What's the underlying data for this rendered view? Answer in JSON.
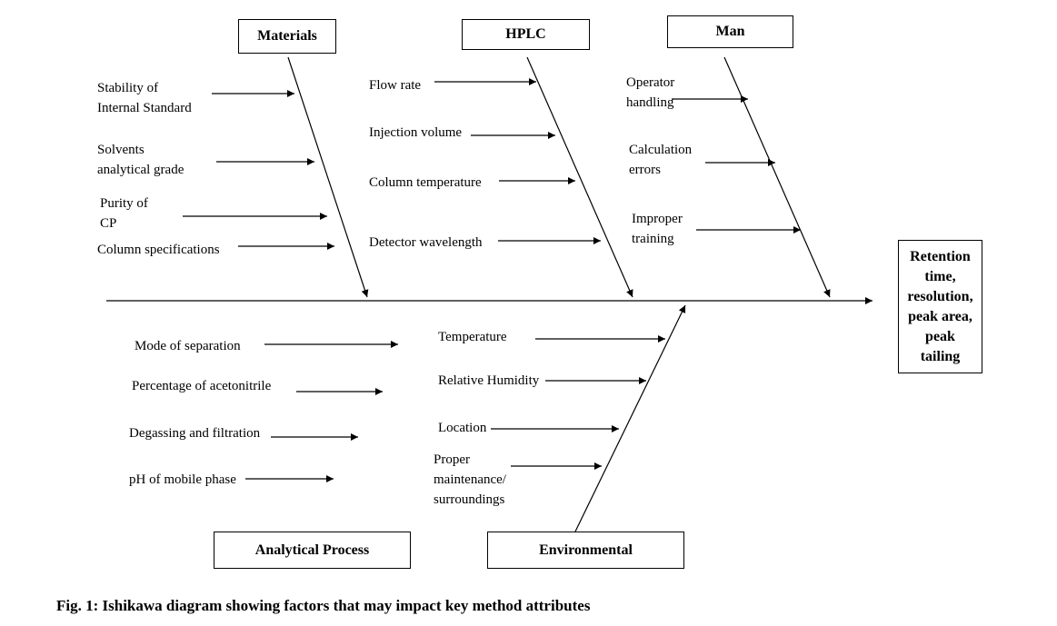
{
  "categories": {
    "materials": {
      "title": "Materials",
      "causes": [
        "Stability of\nInternal Standard",
        "Solvents\nanalytical grade",
        "Purity of\nCP",
        "Column specifications"
      ]
    },
    "hplc": {
      "title": "HPLC",
      "causes": [
        "Flow rate",
        "Injection volume",
        "Column temperature",
        "Detector wavelength"
      ]
    },
    "man": {
      "title": "Man",
      "causes": [
        "Operator\nhandling",
        "Calculation\nerrors",
        "Improper\ntraining"
      ]
    },
    "analytical": {
      "title": "Analytical Process",
      "causes": [
        "Mode of separation",
        "Percentage of acetonitrile",
        "Degassing and filtration",
        "pH of mobile phase"
      ]
    },
    "environmental": {
      "title": "Environmental",
      "causes": [
        "Temperature",
        "Relative Humidity",
        "Location",
        "Proper\nmaintenance/\nsurroundings"
      ]
    }
  },
  "effect": "Retention\ntime,\nresolution,\npeak area,\npeak\ntailing",
  "caption": "Fig. 1: Ishikawa diagram showing factors that may impact key method attributes"
}
